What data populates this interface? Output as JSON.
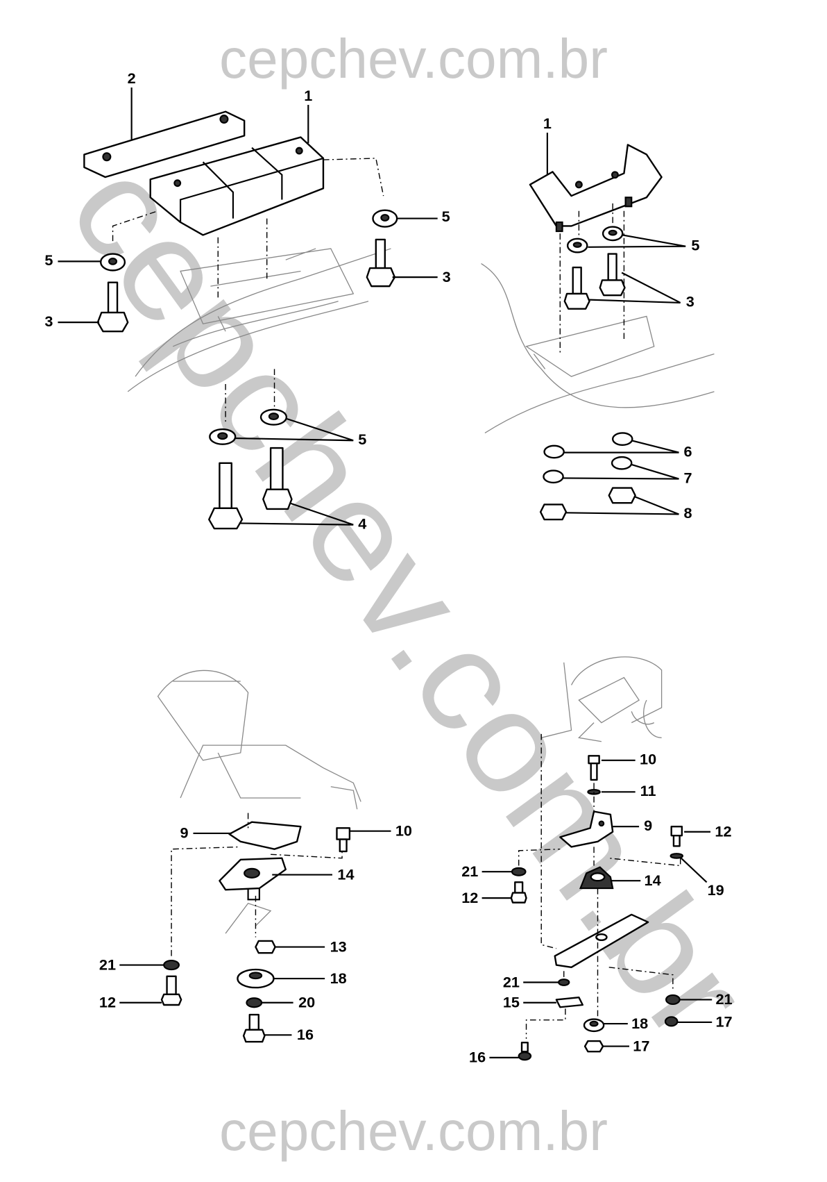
{
  "watermark": {
    "top": "cepchev.com.br",
    "diagonal": "cepchev.com.br",
    "bottom": "cepchev.com.br"
  },
  "panels": [
    {
      "name": "top-left-mount",
      "callouts": [
        "2",
        "1",
        "5",
        "5",
        "3",
        "3",
        "5",
        "4"
      ]
    },
    {
      "name": "top-right-mount",
      "callouts": [
        "1",
        "5",
        "3",
        "6",
        "7",
        "8"
      ]
    },
    {
      "name": "bottom-left-mount",
      "callouts": [
        "9",
        "10",
        "14",
        "13",
        "18",
        "20",
        "16",
        "21",
        "12"
      ]
    },
    {
      "name": "bottom-right-mount",
      "callouts": [
        "10",
        "11",
        "9",
        "12",
        "19",
        "14",
        "21",
        "12",
        "21",
        "15",
        "18",
        "17",
        "21",
        "17",
        "16"
      ]
    }
  ],
  "colors": {
    "watermark": "#c9c9c9",
    "lines": "#000000"
  }
}
